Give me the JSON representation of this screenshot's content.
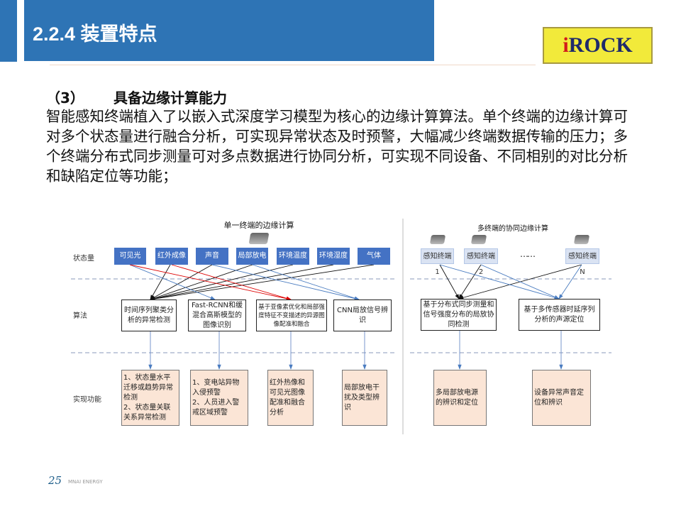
{
  "header": {
    "title": "2.2.4 装置特点",
    "logo": "iROCK"
  },
  "content": {
    "heading_num": "（3）",
    "heading": "具备边缘计算能力",
    "paragraph": "智能感知终端植入了以嵌入式深度学习模型为核心的边缘计算算法。单个终端的边缘计算可对多个状态量进行融合分析，可实现异常状态及时预警，大幅减少终端数据传输的压力；多个终端分布式同步测量可对多点数据进行协同分析，可实现不同设备、不同相别的对比分析和缺陷定位等功能；"
  },
  "diagram": {
    "row_labels": [
      "状态量",
      "算法",
      "实现功能"
    ],
    "single": {
      "title": "单一终端的边缘计算",
      "states": [
        "可见光",
        "红外成像",
        "声音",
        "局部放电",
        "环境温度",
        "环境湿度",
        "气体"
      ],
      "algorithms": [
        "时间序列聚类分析的异常检测",
        "Fast-RCNN和缓混合高斯模型的图像识别",
        "基于亚像素优化和局部强度特征不变描述的异源图像配准和融合",
        "CNN局放信号辨识"
      ],
      "functions": [
        "1、状态量水平迁移或趋势异常检测\n2、状态量关联关系异常检测",
        "1、变电站异物入侵预警\n2、人员进入警戒区域预警",
        "红外热像和可见光图像配准和融合分析",
        "局部放电干扰及类型辨识"
      ]
    },
    "multi": {
      "title": "多终端的协同边缘计算",
      "terminals": [
        "感知终端1",
        "感知终端2",
        "感知终端N"
      ],
      "ellipsis": "……",
      "algorithms": [
        "基于分布式同步测量和信号强度分布的局放协同检测",
        "基于多传感器时延序列分析的声源定位"
      ],
      "functions": [
        "多局部放电源的辨识和定位",
        "设备异常声音定位和辨识"
      ]
    }
  },
  "footer": {
    "page": "25",
    "brand": "MNAI ENERGY"
  }
}
